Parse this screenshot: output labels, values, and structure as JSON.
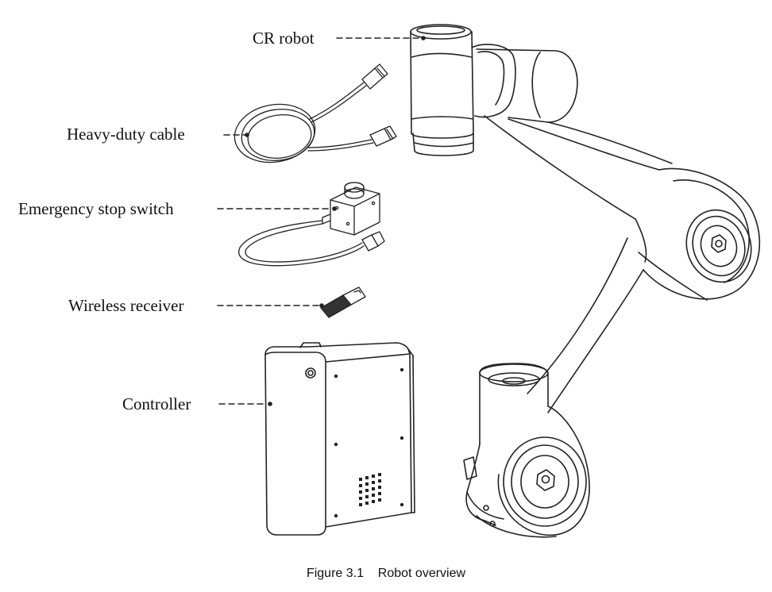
{
  "labels": {
    "cr_robot": "CR robot",
    "heavy_duty_cable": "Heavy-duty cable",
    "emergency_stop_switch": "Emergency stop switch",
    "wireless_receiver": "Wireless receiver",
    "controller": "Controller"
  },
  "caption": "Figure 3.1    Robot overview",
  "colors": {
    "line": "#222222",
    "background": "#ffffff"
  }
}
